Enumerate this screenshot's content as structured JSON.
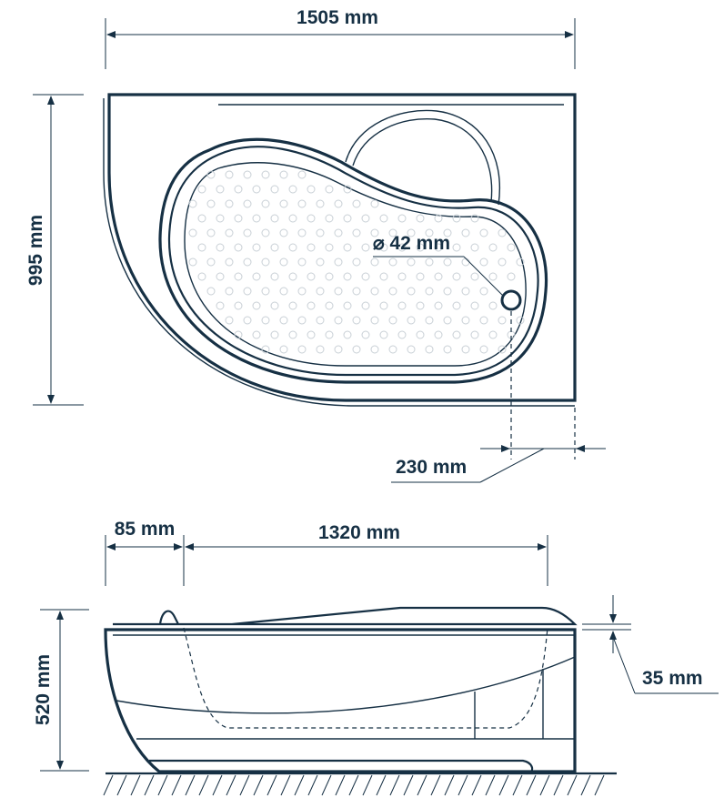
{
  "top_view": {
    "width_label": "1505 mm",
    "depth_label": "995 mm",
    "drain_label": "⌀ 42 mm",
    "drain_offset_label": "230 mm"
  },
  "side_view": {
    "rim_label": "85 mm",
    "inner_length_label": "1320 mm",
    "height_label": "520 mm",
    "lip_label": "35 mm"
  },
  "colors": {
    "line": "#163044",
    "dots": "#c9d0d6"
  }
}
